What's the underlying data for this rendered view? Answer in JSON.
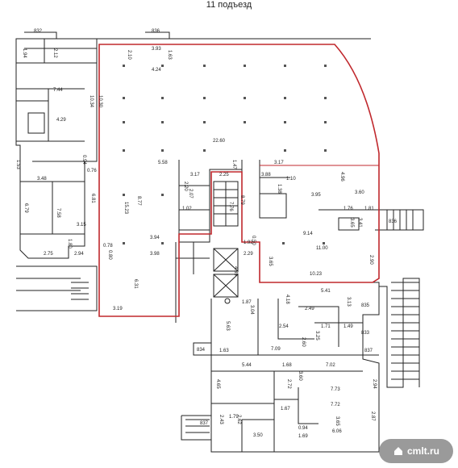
{
  "title": "11 подъезд",
  "watermark": {
    "text": "cmlt.ru",
    "color": "#ffffff",
    "bg": "#7a7a7a"
  },
  "highlight_color": "#c0282d",
  "icons": [
    "house-icon"
  ],
  "labels": [
    {
      "id": "l1",
      "text": "832"
    },
    {
      "id": "l2",
      "text": "836"
    },
    {
      "id": "l3",
      "text": "1.94"
    },
    {
      "id": "l4",
      "text": "2.12"
    },
    {
      "id": "l5",
      "text": "2.10"
    },
    {
      "id": "l6",
      "text": "3.93"
    },
    {
      "id": "l7",
      "text": "1.63"
    },
    {
      "id": "l8",
      "text": "4.24"
    },
    {
      "id": "l9",
      "text": "7.44"
    },
    {
      "id": "l10",
      "text": "10.34"
    },
    {
      "id": "l11",
      "text": "10.30"
    },
    {
      "id": "l12",
      "text": "4.29"
    },
    {
      "id": "l13",
      "text": "22.60"
    },
    {
      "id": "l14",
      "text": "1.53"
    },
    {
      "id": "l15",
      "text": "0.94"
    },
    {
      "id": "l16",
      "text": "0.76"
    },
    {
      "id": "l17",
      "text": "5.58"
    },
    {
      "id": "l18",
      "text": "1.47"
    },
    {
      "id": "l19",
      "text": "3.17"
    },
    {
      "id": "l20",
      "text": "3.17"
    },
    {
      "id": "l21",
      "text": "2.25"
    },
    {
      "id": "l22",
      "text": "3.88"
    },
    {
      "id": "l23",
      "text": "1.10"
    },
    {
      "id": "l24",
      "text": "4.96"
    },
    {
      "id": "l25",
      "text": "3.48"
    },
    {
      "id": "l26",
      "text": "2.20"
    },
    {
      "id": "l27",
      "text": "2.07"
    },
    {
      "id": "l28",
      "text": "8.79"
    },
    {
      "id": "l29",
      "text": "1.38"
    },
    {
      "id": "l30",
      "text": "3.95"
    },
    {
      "id": "l31",
      "text": "3.60"
    },
    {
      "id": "l32",
      "text": "6.79"
    },
    {
      "id": "l33",
      "text": "7.58"
    },
    {
      "id": "l34",
      "text": "6.81"
    },
    {
      "id": "l35",
      "text": "15.23"
    },
    {
      "id": "l36",
      "text": "8.77"
    },
    {
      "id": "l37",
      "text": "1.02"
    },
    {
      "id": "l38",
      "text": "7.76"
    },
    {
      "id": "l39",
      "text": "1.76"
    },
    {
      "id": "l40",
      "text": "1.81"
    },
    {
      "id": "l41",
      "text": "836"
    },
    {
      "id": "l42",
      "text": "3.15"
    },
    {
      "id": "l43",
      "text": "3.65"
    },
    {
      "id": "l44",
      "text": "3.41"
    },
    {
      "id": "l45",
      "text": "9.14"
    },
    {
      "id": "l46",
      "text": "3.94"
    },
    {
      "id": "l47",
      "text": "1.80"
    },
    {
      "id": "l48",
      "text": "0.78"
    },
    {
      "id": "l49",
      "text": "0.50"
    },
    {
      "id": "l50",
      "text": "11.00"
    },
    {
      "id": "l51",
      "text": "2.75"
    },
    {
      "id": "l52",
      "text": "2.94"
    },
    {
      "id": "l53",
      "text": "0.80"
    },
    {
      "id": "l54",
      "text": "3.98"
    },
    {
      "id": "l55",
      "text": "1.92"
    },
    {
      "id": "l56",
      "text": "2.29"
    },
    {
      "id": "l57",
      "text": "3.65"
    },
    {
      "id": "l58",
      "text": "10.23"
    },
    {
      "id": "l59",
      "text": "2.90"
    },
    {
      "id": "l60",
      "text": "4.35"
    },
    {
      "id": "l61",
      "text": "6.31"
    },
    {
      "id": "l62",
      "text": "5.41"
    },
    {
      "id": "l63",
      "text": "1.87"
    },
    {
      "id": "l64",
      "text": "4.18"
    },
    {
      "id": "l65",
      "text": "3.13"
    },
    {
      "id": "l66",
      "text": "835"
    },
    {
      "id": "l67",
      "text": "3.19"
    },
    {
      "id": "l68",
      "text": "3.04"
    },
    {
      "id": "l69",
      "text": "2.49"
    },
    {
      "id": "l70",
      "text": "1.49"
    },
    {
      "id": "l71",
      "text": "2.54"
    },
    {
      "id": "l72",
      "text": "1.71"
    },
    {
      "id": "l73",
      "text": "3.25"
    },
    {
      "id": "l74",
      "text": "833"
    },
    {
      "id": "l75",
      "text": "5.63"
    },
    {
      "id": "l76",
      "text": "834"
    },
    {
      "id": "l77",
      "text": "1.63"
    },
    {
      "id": "l78",
      "text": "7.09"
    },
    {
      "id": "l79",
      "text": "2.60"
    },
    {
      "id": "l80",
      "text": "837"
    },
    {
      "id": "l81",
      "text": "5.44"
    },
    {
      "id": "l82",
      "text": "1.68"
    },
    {
      "id": "l83",
      "text": "7.02"
    },
    {
      "id": "l84",
      "text": "3.60"
    },
    {
      "id": "l85",
      "text": "2.72"
    },
    {
      "id": "l86",
      "text": "7.73"
    },
    {
      "id": "l87",
      "text": "2.94"
    },
    {
      "id": "l88",
      "text": "4.65"
    },
    {
      "id": "l89",
      "text": "7.72"
    },
    {
      "id": "l90",
      "text": "1.67"
    },
    {
      "id": "l91",
      "text": "2.43"
    },
    {
      "id": "l92",
      "text": "1.79"
    },
    {
      "id": "l93",
      "text": "2.62"
    },
    {
      "id": "l94",
      "text": "3.65"
    },
    {
      "id": "l95",
      "text": "2.87"
    },
    {
      "id": "l96",
      "text": "837"
    },
    {
      "id": "l97",
      "text": "0.94"
    },
    {
      "id": "l98",
      "text": "3.50"
    },
    {
      "id": "l99",
      "text": "6.06"
    },
    {
      "id": "l100",
      "text": "1.69"
    }
  ]
}
